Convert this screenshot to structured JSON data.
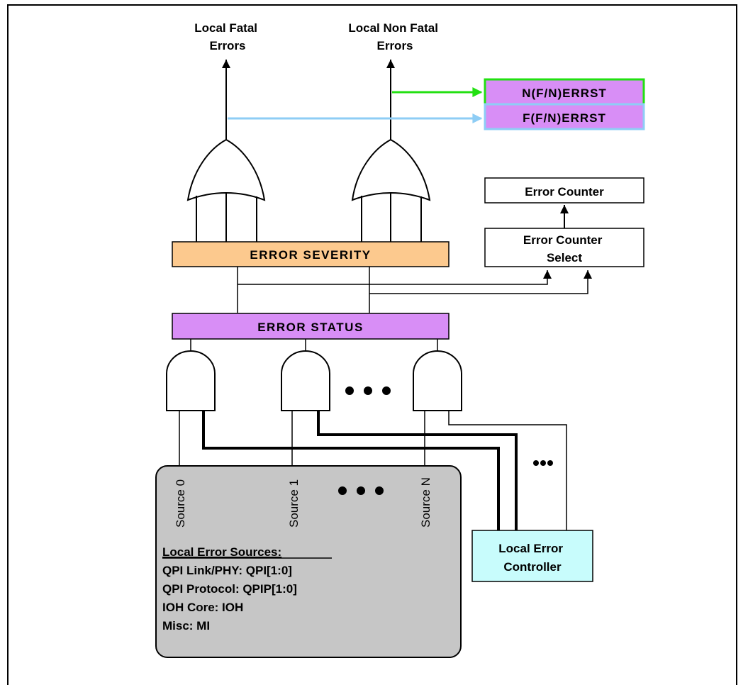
{
  "outputs": {
    "fatal": [
      "Local Fatal",
      "Errors"
    ],
    "nonfatal": [
      "Local Non Fatal",
      "Errors"
    ]
  },
  "registers": {
    "nferrst": "N(F/N)ERRST",
    "fferrst": "F(F/N)ERRST"
  },
  "blocks": {
    "error_counter": "Error Counter",
    "error_counter_select": [
      "Error Counter",
      "Select"
    ],
    "error_severity": "ERROR SEVERITY",
    "error_status": "ERROR STATUS",
    "local_error_controller": [
      "Local Error",
      "Controller"
    ]
  },
  "sources": {
    "source0": "Source 0",
    "source1": "Source 1",
    "sourceN": "Source N",
    "legend_title": "Local Error Sources:",
    "legend_lines": [
      "QPI Link/PHY: QPI[1:0]",
      "QPI Protocol: QPIP[1:0]",
      "IOH Core: IOH",
      "Misc: MI"
    ]
  },
  "colors": {
    "register_fill": "#d88ef6",
    "severity_fill": "#fcc98e",
    "controller_fill": "#c8fcfc",
    "source_box_fill": "#c6c6c6",
    "green_arrow": "#22e011",
    "blue_arrow": "#8ecdf5"
  }
}
